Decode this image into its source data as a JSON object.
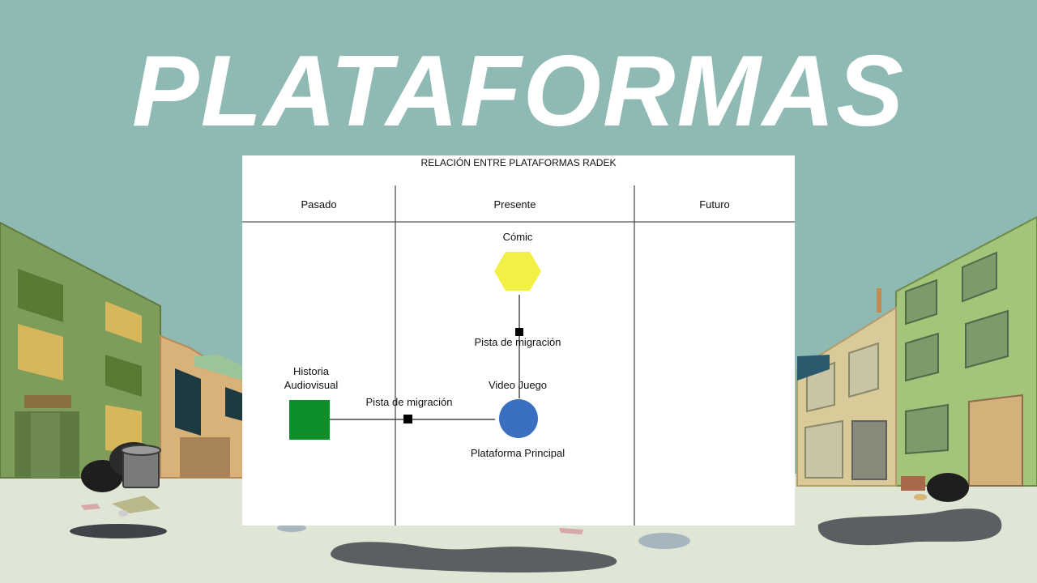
{
  "title": "PLATAFORMAS",
  "diagram": {
    "title": "RELACIÓN ENTRE PLATAFORMAS RADEK",
    "columns": [
      "Pasado",
      "Presente",
      "Futuro"
    ],
    "nodes": {
      "comic": "Cómic",
      "historia_line1": "Historia",
      "historia_line2": "Audiovisual",
      "video_juego": "Video Juego",
      "plataforma_principal": "Plataforma Principal"
    },
    "edges": {
      "vertical": "Pista de migración",
      "horizontal": "Pista de migración"
    },
    "colors": {
      "comic": "#f2ef45",
      "historia": "#0a8f2a",
      "principal": "#3b6fbf"
    }
  }
}
